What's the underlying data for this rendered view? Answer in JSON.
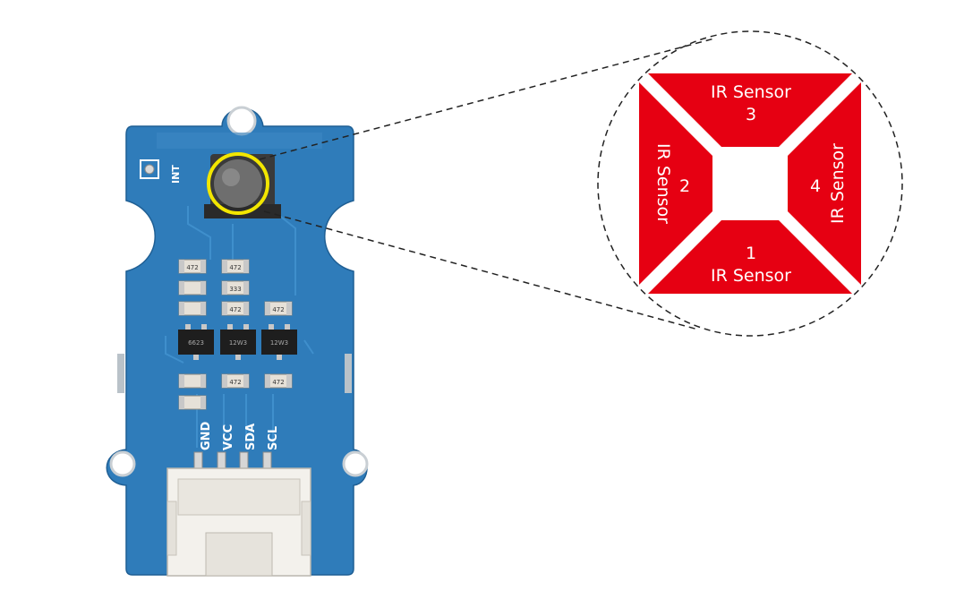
{
  "board": {
    "int_label": "INT",
    "pins": [
      "GND",
      "VCC",
      "SDA",
      "SCL"
    ],
    "component_markings": {
      "r1": "472",
      "r2": "472",
      "r3": "333",
      "r4": "472",
      "r5": "472",
      "r6": "472",
      "r7": "472",
      "ic1": "6623",
      "ic2": "12W3",
      "ic3": "12W3"
    }
  },
  "zoom": {
    "segments": [
      {
        "number": "1",
        "label": "IR Sensor"
      },
      {
        "number": "2",
        "label": "IR Sensor"
      },
      {
        "number": "3",
        "label": "IR Sensor"
      },
      {
        "number": "4",
        "label": "IR Sensor"
      }
    ]
  },
  "colors": {
    "pcb_blue": "#2d7ab7",
    "sensor_red": "#e60012",
    "highlight_ring": "#f2e600",
    "connector_white": "#f3f1ec"
  }
}
